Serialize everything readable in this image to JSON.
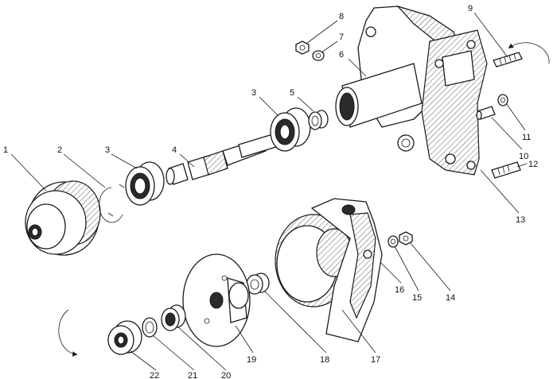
{
  "callouts": [
    {
      "id": "1",
      "label": "1"
    },
    {
      "id": "2",
      "label": "2"
    },
    {
      "id": "3a",
      "label": "3"
    },
    {
      "id": "3b",
      "label": "3"
    },
    {
      "id": "4",
      "label": "4"
    },
    {
      "id": "5",
      "label": "5"
    },
    {
      "id": "6",
      "label": "6"
    },
    {
      "id": "7",
      "label": "7"
    },
    {
      "id": "8",
      "label": "8"
    },
    {
      "id": "9",
      "label": "9"
    },
    {
      "id": "10",
      "label": "10"
    },
    {
      "id": "11",
      "label": "11"
    },
    {
      "id": "12",
      "label": "12"
    },
    {
      "id": "13",
      "label": "13"
    },
    {
      "id": "14",
      "label": "14"
    },
    {
      "id": "15",
      "label": "15"
    },
    {
      "id": "16",
      "label": "16"
    },
    {
      "id": "17",
      "label": "17"
    },
    {
      "id": "18",
      "label": "18"
    },
    {
      "id": "19",
      "label": "19"
    },
    {
      "id": "20",
      "label": "20"
    },
    {
      "id": "21",
      "label": "21"
    },
    {
      "id": "22",
      "label": "22"
    }
  ],
  "colors": {
    "line": "#1a1a1a",
    "background": "#ffffff"
  }
}
